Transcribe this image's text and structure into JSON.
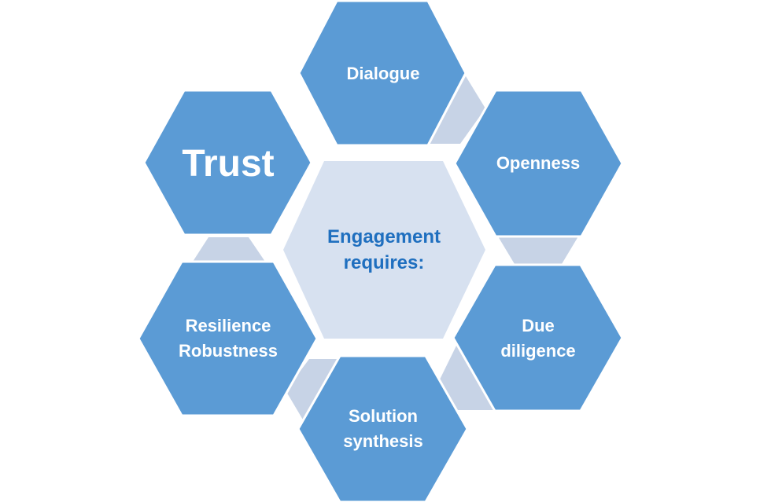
{
  "center": {
    "line1": "Engagement",
    "line2": "requires:"
  },
  "nodes": {
    "dialogue": {
      "line1": "Dialogue"
    },
    "openness": {
      "line1": "Openness"
    },
    "due_diligence": {
      "line1": "Due",
      "line2": "diligence"
    },
    "solution_synthesis": {
      "line1": "Solution",
      "line2": "synthesis"
    },
    "resilience_robustness": {
      "line1": "Resilience",
      "line2": "Robustness"
    },
    "trust": {
      "line1": "Trust"
    }
  },
  "colors": {
    "hex_fill": "#5b9bd5",
    "hex_stroke": "#ffffff",
    "connector_fill": "#c7d3e6",
    "center_fill": "#d7e1f0",
    "center_text": "#1f6fbf",
    "node_text": "#ffffff"
  }
}
